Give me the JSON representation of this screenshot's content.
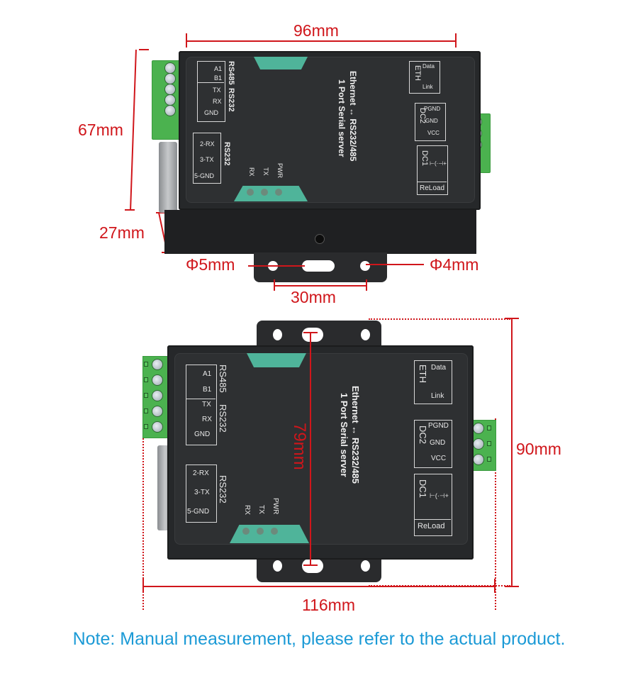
{
  "top_view": {
    "width_label": "96mm",
    "depth_label": "67mm",
    "height_label": "27mm",
    "hole_left_label": "Φ5mm",
    "hole_right_label": "Φ4mm",
    "hole_spacing_label": "30mm"
  },
  "bottom_view": {
    "overall_width_label": "116mm",
    "overall_depth_label": "90mm",
    "hole_spacing_label": "79mm"
  },
  "panel": {
    "title_line1": "Ethernet ↔ RS232/485",
    "title_line2": "1 Port Serial server",
    "terminal_group": {
      "rs485_label": "RS485",
      "rs485_pins": [
        "A1",
        "B1"
      ],
      "rs232_label": "RS232",
      "rs232_pins": [
        "TX",
        "RX",
        "GND"
      ]
    },
    "db9_group": {
      "label": "RS232",
      "pins": [
        "2-RX",
        "3-TX",
        "5-GND"
      ]
    },
    "leds": [
      "RX",
      "TX",
      "PWR"
    ],
    "eth_group": {
      "label": "ETH",
      "items": [
        "Data",
        "Link"
      ]
    },
    "dc2_group": {
      "label": "DC2",
      "items": [
        "PGND",
        "GND",
        "VCC"
      ]
    },
    "dc1_group": {
      "label": "DC1",
      "polarity_symbol": "⊢(·⊣+",
      "reload_label": "ReLoad"
    }
  },
  "note": "Note: Manual measurement, please refer to the actual product.",
  "colors": {
    "dimension_red": "#d0161b",
    "note_blue": "#1b9ad6",
    "device_black": "#26282a",
    "accent_teal": "#4fb49a",
    "terminal_green": "#4bb24f"
  }
}
